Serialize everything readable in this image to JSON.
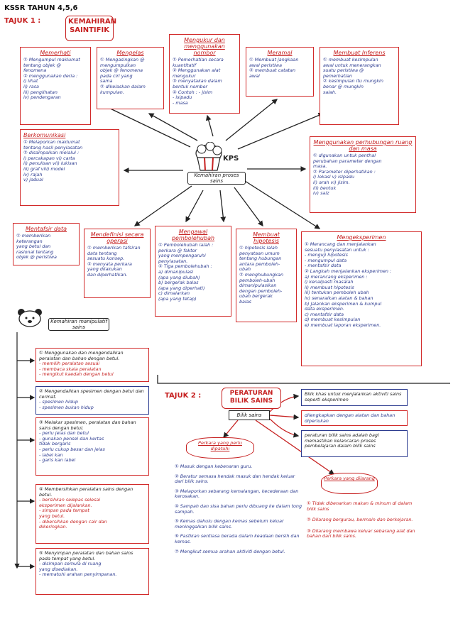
{
  "header": {
    "series": "KSSR TAHUN 4,5,6",
    "topic1_label": "TAJUK 1 :",
    "topic1_title": "KEMAHIRAN SAINTIFIK",
    "topic2_label": "TAJUK 2 :",
    "topic2_title": "PERATURAN BILIK SAINS"
  },
  "center": {
    "badge": "KPS",
    "label": "Kemahiran proses sains"
  },
  "boxes": {
    "memerhati": {
      "title": "Memerhati",
      "body": "① Mengumpul maklumat\ntentang objek @\nfenomena\n② menggunakan deria :\n  i) lihat\n  ii) rasa\n  iii) penglihatan\n  iv) pendengaran"
    },
    "mengelas": {
      "title": "Mengelas",
      "body": "① Mengasingkan @\nmengumpulkan\nobjek @ fenomena\npada ciri yang\nsama\n② dikelaskan dalam\nkumpulan."
    },
    "mengukur": {
      "title": "Mengukur dan menggunakan nombor",
      "body": "① Pemerhatian secara\nkuantitatif\n② Menggunakan alat\nmengukur\n③ menyatakan dalam\nbentuk nombor\n④ Contoh : - jisim\n  - isipadu\n  - masa"
    },
    "meramal": {
      "title": "Meramal",
      "body": "① Membuat jangkaan\nawal peristiwa\n② membuat catatan\nawal"
    },
    "inferens": {
      "title": "Membuat Inferens",
      "body": "① membuat kesimpulan\nawal untuk menerangkan\nsuatu peristiwa @\npemerhatian\n② kesimpulan itu mungkin\nbenar @ mungkin\nsalah."
    },
    "berkomunikasi": {
      "title": "Berkomunikasi",
      "body": "① Melaporkan maklumat\ntentang hasil penyiasatan\n② disampaikan melalui :\n  i) percakapan   vi) carta\n  ii) penulisan   vii) lukisan\n  iii) graf       viii) model\n  iv) rajah\n  v) jadual"
    },
    "hubungan": {
      "title": "Menggunakan perhubungan ruang dan masa",
      "body": "① digunakan untuk penthal\nperubahan parameter dengan\nmasa.\n② Parameter diperhatikan :\n  i) lokasi    v) isipadu\n  ii) arah     vi) jisim.\n  iii) bentuk\n  iv) saiz"
    },
    "mentafsir": {
      "title": "Mentafsir data",
      "body": "① memberikan keterangan\nyang betul dan\nrasional tentang\nobjek @ peristiwa"
    },
    "definisi": {
      "title": "Mendefinisi secara operasi",
      "body": "① memberikan tafsiran\ndata tentang\nsesuatu konsep.\n② menyata perkara\nyang dilakukan\ndan diperhatikan."
    },
    "pemboleh": {
      "title": "Mengawal pembolehubah",
      "body": "① Pembolehubah ialah :\nperkara @ faktor\nyang mempengaruhi\npenyiasatan.\n② Tiga pembolehubah :\na) dimanipulasi\n  (apa yang diubah)\nb) bergerak balas\n  (apa yang diperhati)\nc) dimalarkan\n  (apa yang tetap)"
    },
    "hipotesis": {
      "title": "Membuat hipotesis",
      "body": "① hipotesis ialah\npenyataan umum\ntentang hubungan\nantara pemboleh-\nubah\n② menghubungkan\npemboleh-ubah\ndimanipulasikan\ndengan pemboleh-\nubah bergerak\nbalas"
    },
    "eksperimen": {
      "title": "Mengeksperimen",
      "body": "① Merancang dan menjalankan\nsesuatu penyiasatan untuk :\n  - menguji hipotesis\n  - mengumpul data\n  - mentafsir data\n② Langkah menjalankan eksperimen :\na) merancang eksperimen :\n  i) kenalpasti masalah\n  ii) membuat hipotesis\n  iii) tentukan pemboleh ubah\n  iv) senaraikan alatan & bahan\nb) Jalankan eksperimen & kumpul\n  data eksperimen.\nc) mentafsir data\nd) membuat kesimpulan\ne) membuat laporan eksperimen."
    }
  },
  "manip": {
    "label": "Kemahiran manipulatif sains",
    "items": [
      {
        "n": "①",
        "head": "Menggunakan dan mengendalikan peralatan dan bahan dengan betul.",
        "body": "- memilih peralatan sesuai\n- membaca skala peralatan\n- mengikut kaedah dengan betul"
      },
      {
        "n": "②",
        "head": "Mengendalikan spesimen dengan betul dan cermat.",
        "body": "- spesimen hidup\n- spesimen bukan hidup"
      },
      {
        "n": "③",
        "head": "Melakar spesimen, peralatan dan bahan sains dengan betul.",
        "body": "- perlu jelas dan betul\n- gunakan pensel dan kertas\n  tidak bergaris\n- perlu cukup besar dan jelas\n- label kan\n- garis kan label"
      },
      {
        "n": "④",
        "head": "Membersihkan peralatan sains dengan betul.",
        "body": "- bersihkan selepas selesai\n  eksperimen dijalankan.\n- simpan pada tempat\n  yang betul.\n- dibersihkan dengan cair dan\n  dikeringkan."
      },
      {
        "n": "⑤",
        "head": "Menyimpan peralatan dan bahan sains pada tempat yang betul.",
        "body": "- disimpan semula di ruang\n  yang disediakan.\n- mematuhi arahan penyimpanan."
      }
    ]
  },
  "peraturan": {
    "bilik": "Bilik sains",
    "b1": "Bilik khas untuk menjalankan aktiviti sains seperti eksperimen",
    "b2": "dilengkapkan dengan alatan dan bahan diperlukan",
    "b3": "peraturan bilik sains adalah bagi memastikan kelancaran proses pembelajaran dalam bilik sains",
    "perlu_title": "Perkara yang perlu dipatuhi",
    "perlu": [
      "① Masuk dengan kebenaran guru.",
      "② Beratur semasa hendak masuk dan hendak keluar dari bilik sains.",
      "③ Melaporkan sebarang kemalangan, kecederaan dan kerosakan.",
      "④ Sampah dan sisa bahan perlu dibuang ke dalam tong sampah.",
      "⑤ Kemas dahulu dengan kemas sebelum keluar meninggalkan bilik sains.",
      "⑥ Pastikan sentiasa berada dalam keadaan bersih dan kemas.",
      "⑦ Mengikut semua arahan aktiviti dengan betul."
    ],
    "larang_title": "Perkara yang dilarang",
    "larang": [
      "① Tidak dibenarkan makan & minum di dalam bilik sains",
      "② Dilarang bergurau, bermain dan berkejaran.",
      "③ Dilarang membawa keluar sebarang alat dan bahan dari bilik sains."
    ]
  },
  "colors": {
    "red": "#c62020",
    "blue": "#2b3a8f"
  }
}
